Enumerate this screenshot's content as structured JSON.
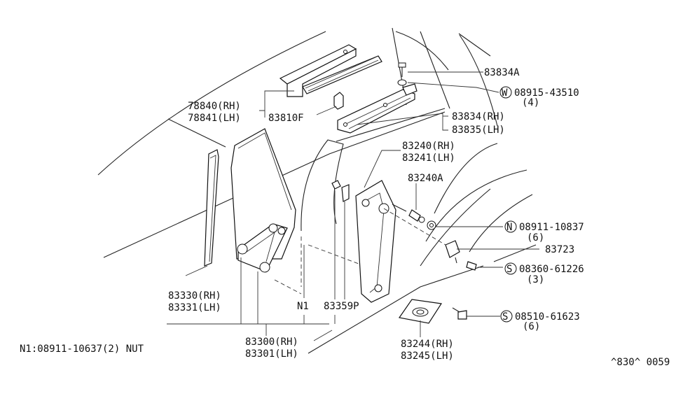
{
  "labels": {
    "p83834a": "83834A",
    "w_code": "08915-43510",
    "w_qty": "(4)",
    "w_symbol": "W",
    "p78840": "78840(RH)",
    "p78841": "78841(LH)",
    "p83810f": "83810F",
    "p83834": "83834(RH)",
    "p83835": "83835(LH)",
    "p83240": "83240(RH)",
    "p83241": "83241(LH)",
    "p83240a": "83240A",
    "n_code": "08911-10837",
    "n_qty": "(6)",
    "n_symbol": "N",
    "p83723": "83723",
    "s1_code": "08360-61226",
    "s1_qty": "(3)",
    "s1_symbol": "S",
    "p83330": "83330(RH)",
    "p83331": "83331(LH)",
    "n1": "N1",
    "p83359p": "83359P",
    "s2_code": "08510-61623",
    "s2_qty": "(6)",
    "s2_symbol": "S",
    "p83300": "83300(RH)",
    "p83301": "83301(LH)",
    "p83244": "83244(RH)",
    "p83245": "83245(LH)",
    "footnote": "N1:08911-10637(2) NUT",
    "diagram_code": "^830^ 0059"
  }
}
